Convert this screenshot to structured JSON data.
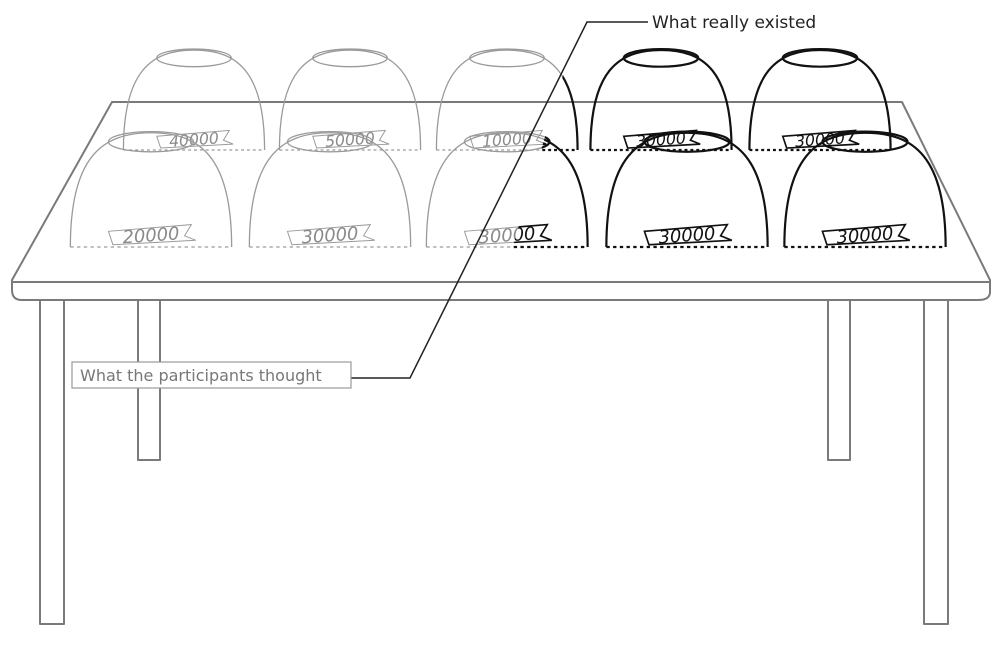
{
  "labels": {
    "real": "What really existed",
    "thought": "What the participants thought"
  },
  "colors": {
    "real_stroke": "#111111",
    "thought_stroke": "#9a9a9a",
    "table_stroke": "#7a7a7a"
  },
  "bowls": {
    "back_row": [
      "40000",
      "50000",
      "10000",
      "30000",
      "30000"
    ],
    "front_row": [
      "20000",
      "30000",
      "30000",
      "30000",
      "30000"
    ]
  }
}
